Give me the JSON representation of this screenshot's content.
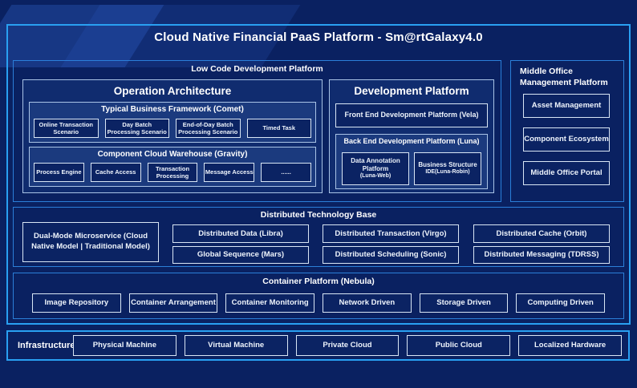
{
  "colors": {
    "page_bg": "#0a2161",
    "outer_border": "#29a0f2",
    "section_border": "#2b7fd9",
    "light_border": "#a9c3e6",
    "white_border": "#d9e6f5",
    "panel_fill": "#102c6f",
    "group_fill": "#1b3a7e",
    "item_fill": "#0b2363"
  },
  "title": "Cloud Native Financial PaaS Platform - Sm@rtGalaxy4.0",
  "low_code": {
    "label": "Low Code Development Platform",
    "operation_architecture": {
      "title": "Operation Architecture",
      "typical_business_framework": {
        "title": "Typical Business Framework (Comet)",
        "items": [
          "Online Transaction Scenario",
          "Day Batch Processing Scenario",
          "End-of-Day Batch Processing Scenario",
          "Timed Task"
        ]
      },
      "component_cloud_warehouse": {
        "title": "Component Cloud Warehouse (Gravity)",
        "items": [
          "Process Engine",
          "Cache Access",
          "Transaction Processing",
          "Message Access",
          "......"
        ]
      }
    },
    "development_platform": {
      "title": "Development Platform",
      "front_end": "Front End Development Platform (Vela)",
      "back_end": {
        "title": "Back End Development Platform (Luna)",
        "items": [
          {
            "name": "Data Annotation Platform",
            "code": "(Luna-Web)"
          },
          {
            "name": "Business Structure",
            "code": "IDE(Luna-Robin)"
          }
        ]
      }
    }
  },
  "middle_office": {
    "label": "Middle Office Management Platform",
    "items": [
      "Asset Management",
      "Component Ecosystem",
      "Middle Office Portal"
    ]
  },
  "distributed_base": {
    "label": "Distributed Technology Base",
    "dual_mode": "Dual-Mode Microservice (Cloud Native Model | Traditional Model)",
    "columns": [
      [
        "Distributed Data (Libra)",
        "Global Sequence (Mars)"
      ],
      [
        "Distributed Transaction (Virgo)",
        "Distributed Scheduling (Sonic)"
      ],
      [
        "Distributed Cache (Orbit)",
        "Distributed Messaging (TDRSS)"
      ]
    ]
  },
  "container_platform": {
    "label": "Container Platform (Nebula)",
    "items": [
      "Image Repository",
      "Container Arrangement",
      "Container Monitoring",
      "Network Driven",
      "Storage Driven",
      "Computing Driven"
    ]
  },
  "infrastructure": {
    "label": "Infrastructure",
    "items": [
      "Physical Machine",
      "Virtual Machine",
      "Private Cloud",
      "Public Cloud",
      "Localized Hardware"
    ]
  }
}
